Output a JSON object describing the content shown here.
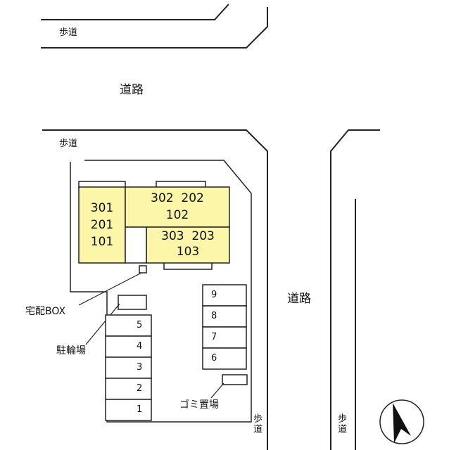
{
  "labels": {
    "sidewalk_top": "歩道",
    "road_top": "道路",
    "sidewalk_mid": "歩道",
    "road_right": "道路",
    "delivery_box": "宅配BOX",
    "bicycle_parking": "駐輪場",
    "garbage": "ゴミ置場",
    "sidewalk_bottom_left": "歩道",
    "sidewalk_bottom_right": "歩道"
  },
  "units": {
    "left_block": [
      "301",
      "201",
      "101"
    ],
    "upper_right_row1": "302  202",
    "upper_right_row2": "102",
    "lower_right_row1": "303  203",
    "lower_right_row2": "103"
  },
  "bicycle_slots": [
    "5",
    "4",
    "3",
    "2",
    "1"
  ],
  "parking_slots": [
    "9",
    "8",
    "7",
    "6"
  ],
  "colors": {
    "building_fill": "#fbf6a8",
    "line": "#222222",
    "background": "#ffffff"
  },
  "compass": "north-arrow-icon"
}
